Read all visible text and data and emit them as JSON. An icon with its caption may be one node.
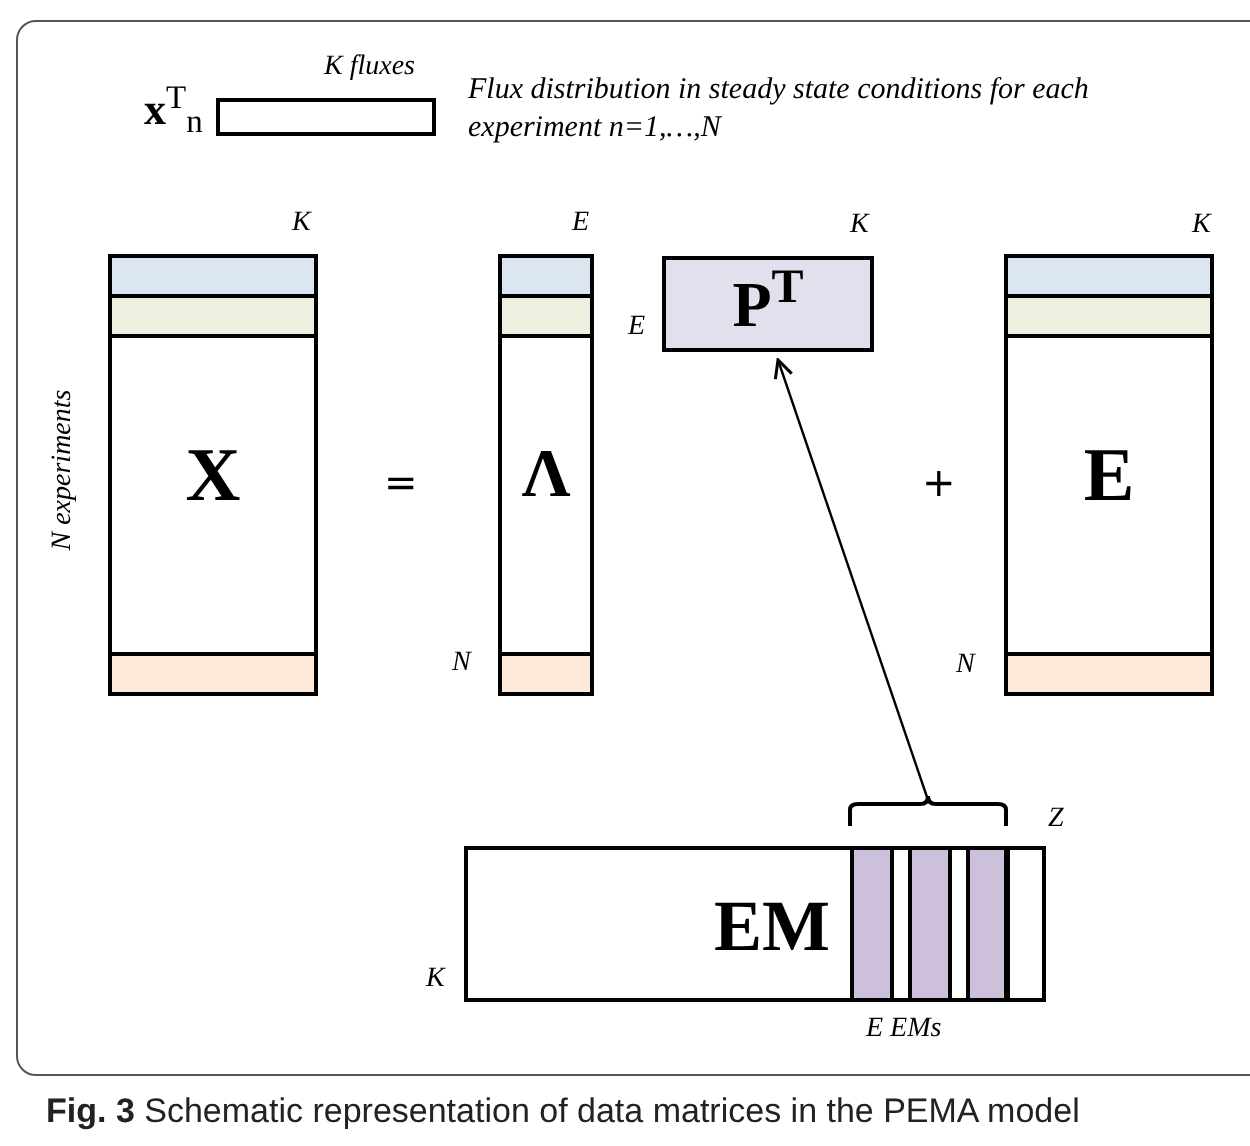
{
  "diagram": {
    "caption": "**Fig. 3** Schematic representation of data matrices in the PEMA model",
    "nodes": [
      {
        "text": [],
        "shape": "box",
        "beside": [
          "K fluxes"
        ]
      },
      {
        "text": [
          "X"
        ],
        "beside": [
          "K",
          "N experiments"
        ]
      },
      {
        "text": [
          "Λ"
        ],
        "beside": [
          "E",
          "N"
        ]
      },
      {
        "text": [
          "**P**$^{T}$"
        ],
        "beside": [
          "K",
          "E"
        ]
      },
      {
        "text": [
          "E"
        ],
        "beside": [
          "K",
          "N"
        ]
      },
      {
        "text": [
          "EM"
        ],
        "beside": [
          "Z",
          "K",
          "E EMs"
        ]
      },
      {
        "text": [],
        "shape": "bar",
        "in": 5
      },
      {
        "text": [],
        "shape": "bar",
        "in": 5
      },
      {
        "text": [],
        "shape": "bar",
        "in": 5
      }
    ],
    "edges": [
      {
        "from": 5,
        "to": 3,
        "arrow": "to"
      }
    ],
    "labels": [
      "**x**$^{T}$$_{n}$",
      "Flux distribution in steady state conditions for each experiment n=1,…,N",
      "=",
      "+"
    ]
  }
}
